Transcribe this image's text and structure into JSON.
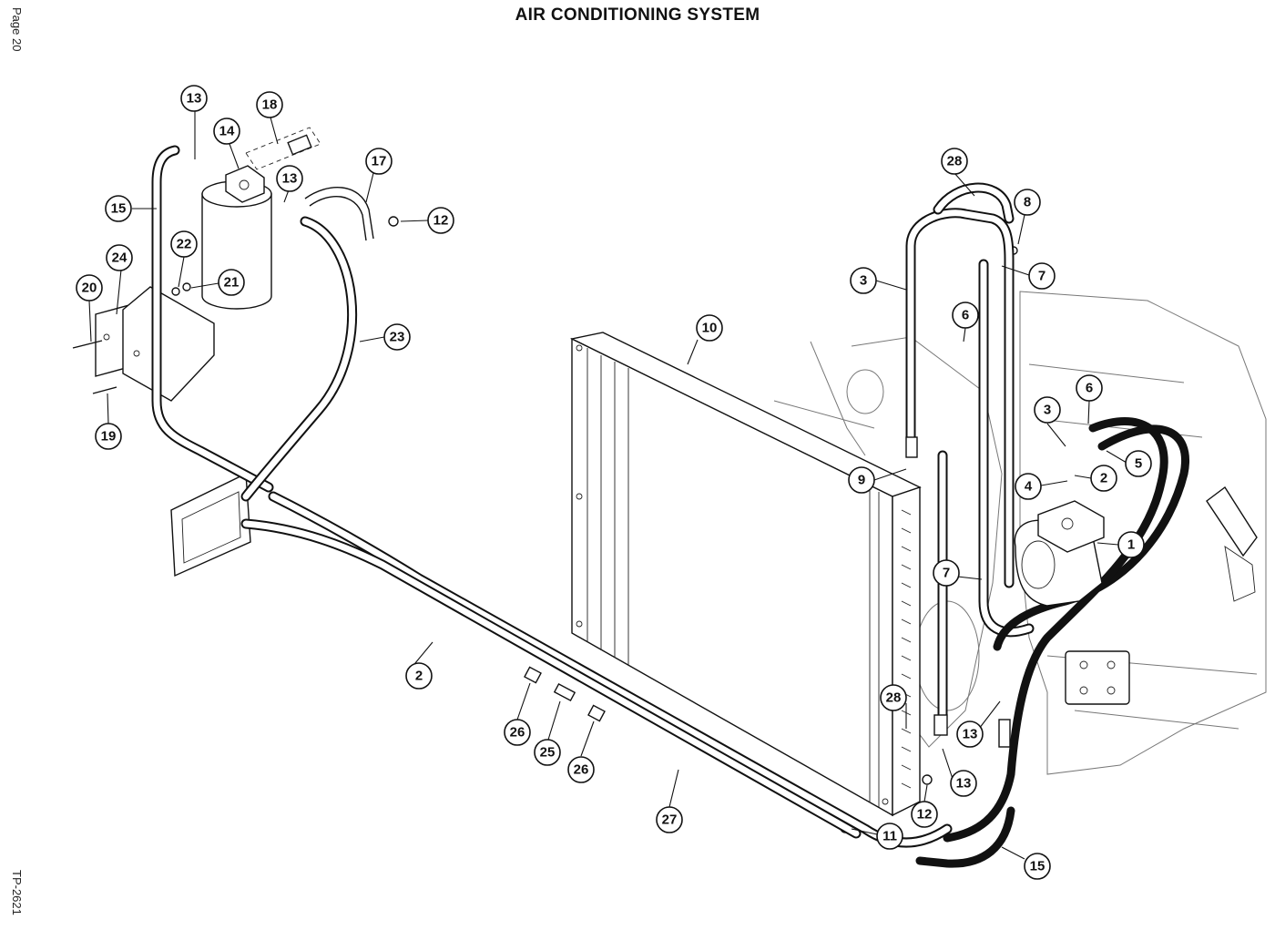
{
  "header": {
    "title": "AIR CONDITIONING SYSTEM",
    "page_label": "Page 20",
    "figure_ref": "TP-2621"
  },
  "callouts": [
    {
      "id": "c1",
      "label": "1"
    },
    {
      "id": "c2a",
      "label": "2"
    },
    {
      "id": "c2b",
      "label": "2"
    },
    {
      "id": "c3a",
      "label": "3"
    },
    {
      "id": "c3b",
      "label": "3"
    },
    {
      "id": "c4",
      "label": "4"
    },
    {
      "id": "c5",
      "label": "5"
    },
    {
      "id": "c6a",
      "label": "6"
    },
    {
      "id": "c6b",
      "label": "6"
    },
    {
      "id": "c7a",
      "label": "7"
    },
    {
      "id": "c7b",
      "label": "7"
    },
    {
      "id": "c8",
      "label": "8"
    },
    {
      "id": "c9",
      "label": "9"
    },
    {
      "id": "c10",
      "label": "10"
    },
    {
      "id": "c11",
      "label": "11"
    },
    {
      "id": "c12a",
      "label": "12"
    },
    {
      "id": "c12b",
      "label": "12"
    },
    {
      "id": "c13a",
      "label": "13"
    },
    {
      "id": "c13b",
      "label": "13"
    },
    {
      "id": "c13c",
      "label": "13"
    },
    {
      "id": "c13d",
      "label": "13"
    },
    {
      "id": "c14",
      "label": "14"
    },
    {
      "id": "c15a",
      "label": "15"
    },
    {
      "id": "c15b",
      "label": "15"
    },
    {
      "id": "c17",
      "label": "17"
    },
    {
      "id": "c18",
      "label": "18"
    },
    {
      "id": "c19",
      "label": "19"
    },
    {
      "id": "c20",
      "label": "20"
    },
    {
      "id": "c21",
      "label": "21"
    },
    {
      "id": "c22",
      "label": "22"
    },
    {
      "id": "c23",
      "label": "23"
    },
    {
      "id": "c24",
      "label": "24"
    },
    {
      "id": "c25",
      "label": "25"
    },
    {
      "id": "c26a",
      "label": "26"
    },
    {
      "id": "c26b",
      "label": "26"
    },
    {
      "id": "c27",
      "label": "27"
    },
    {
      "id": "c28a",
      "label": "28"
    },
    {
      "id": "c28b",
      "label": "28"
    }
  ]
}
